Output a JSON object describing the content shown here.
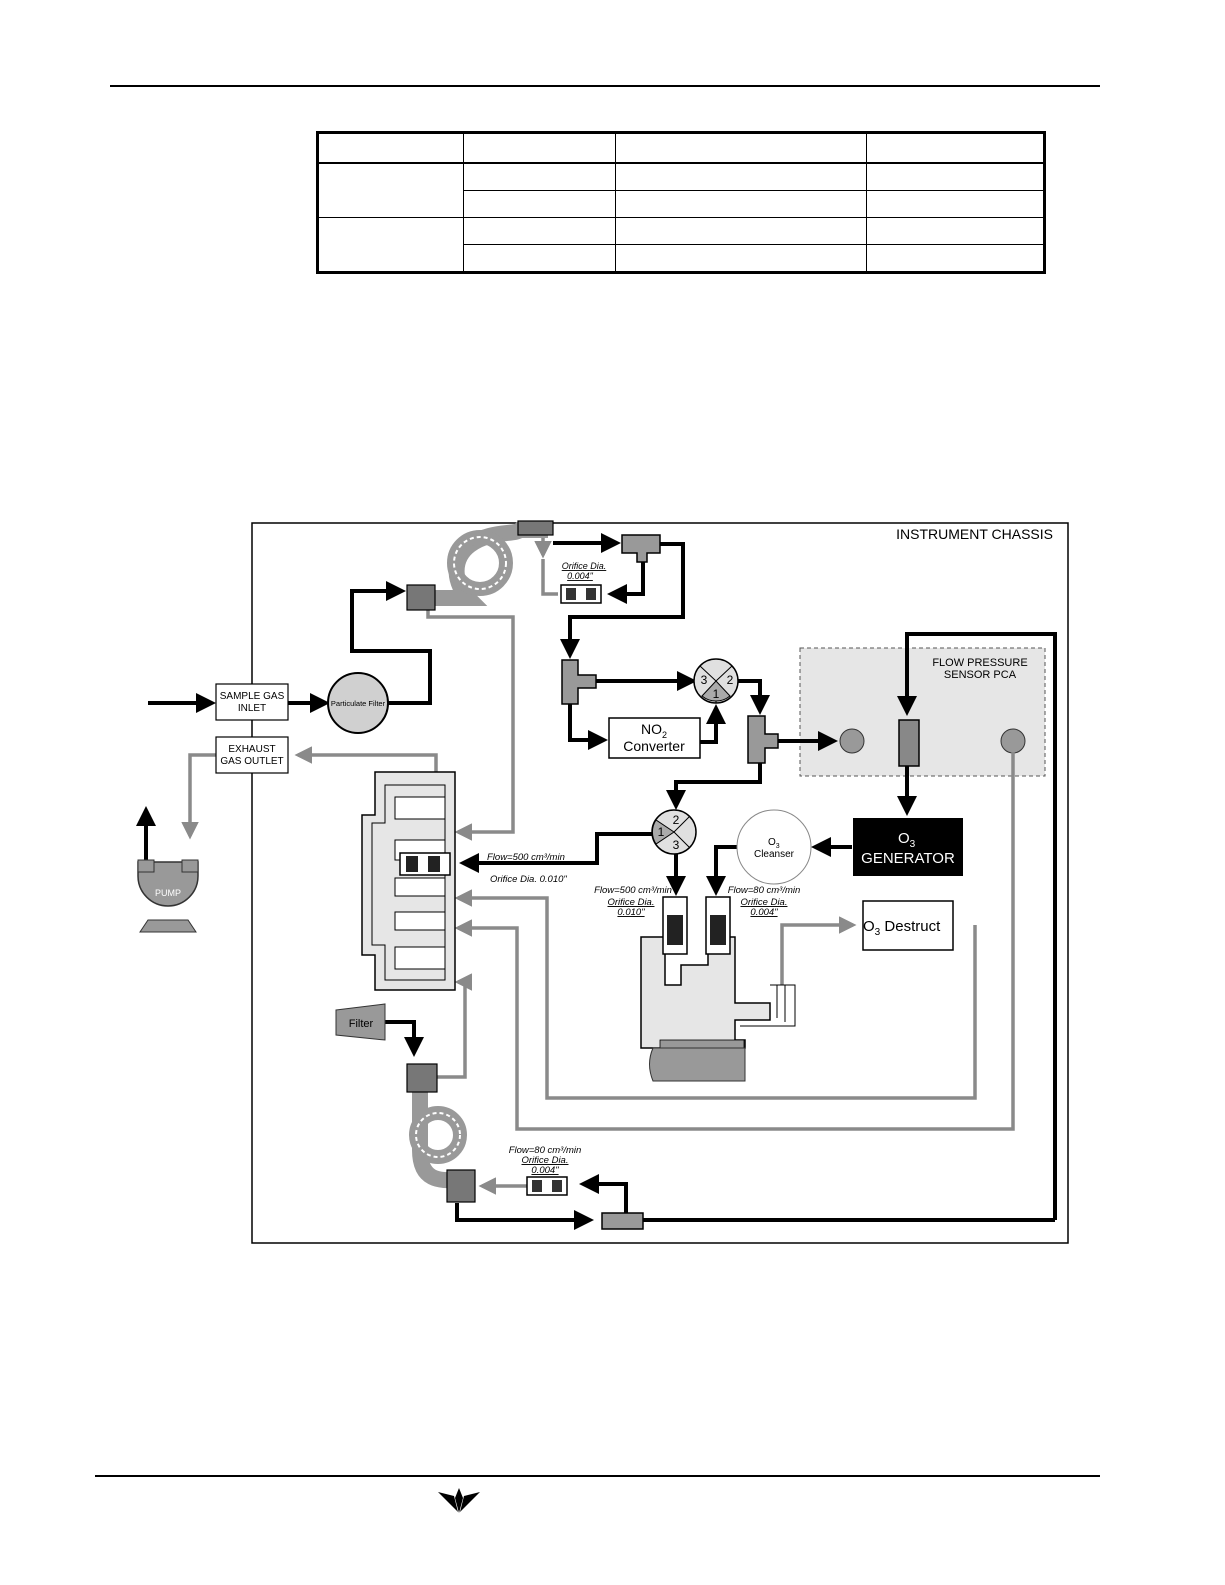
{
  "labels": {
    "chassis": "INSTRUMENT CHASSIS",
    "sample_inlet_1": "SAMPLE GAS",
    "sample_inlet_2": "INLET",
    "exhaust_1": "EXHAUST",
    "exhaust_2": "GAS OUTLET",
    "particulate_filter": "Particulate Filter",
    "pump": "PUMP",
    "no2_main": "NO",
    "no2_sub": "2",
    "converter": "Converter",
    "flow_pressure_1": "FLOW PRESSURE",
    "flow_pressure_2": "SENSOR PCA",
    "o3_cleanser_main": "O",
    "o3_cleanser_sub": "3",
    "o3_cleanser_word": "Cleanser",
    "o3_gen_main": "O",
    "o3_gen_sub": "3",
    "o3_gen_word": "GENERATOR",
    "o3_destruct_main": "O",
    "o3_destruct_sub": "3",
    "o3_destruct_word": " Destruct",
    "filter": "Filter",
    "orifice_top_1": "Orifice Dia.",
    "orifice_top_2": "0.004\"",
    "flow_500_left": "Flow=500 cm³/min",
    "orifice_left": "Orifice Dia.  0.010\"",
    "flow_500_center": "Flow=500 cm³/min",
    "orifice_center_1": "Orifice Dia.",
    "orifice_center_2": "0.010\"",
    "flow_80_center": "Flow=80 cm³/min",
    "orifice_80_1": "Orifice Dia.",
    "orifice_80_2": "0.004\"",
    "flow_80_bottom": "Flow=80 cm³/min",
    "orifice_bottom_1": "Orifice Dia.",
    "orifice_bottom_2": "0.004\"",
    "valve1_p1": "1",
    "valve1_p2": "2",
    "valve1_p3": "3",
    "valve2_p1": "1",
    "valve2_p2": "2",
    "valve2_p3": "3"
  },
  "colors": {
    "black_line": "#000000",
    "gray_line": "#8a8a8a",
    "component_fill": "#d9d9d9",
    "sensor_fill": "#e6e6e6",
    "generator_fill": "#000000"
  }
}
